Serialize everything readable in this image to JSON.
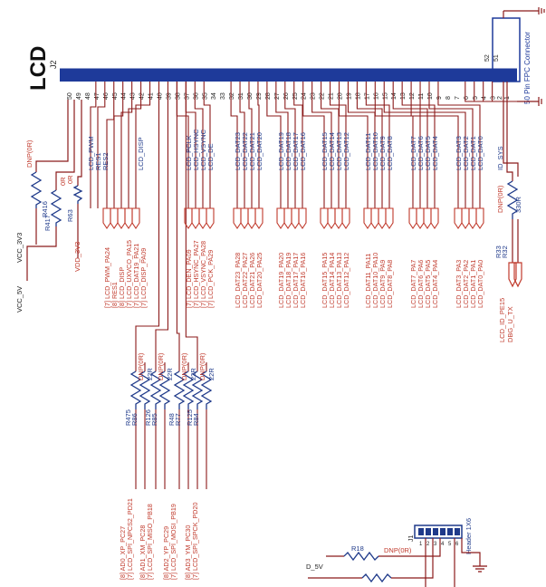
{
  "sheet": {
    "title": "LCD",
    "connector_ref": "J2",
    "connector_desc": "50 Pin FPC Connector",
    "header_ref": "J1",
    "header_desc": "Header 1X6"
  },
  "connector_pins": {
    "left": [
      "50",
      "49",
      "48",
      "47",
      "46",
      "45",
      "44",
      "43",
      "42",
      "41",
      "40",
      "39",
      "38",
      "37",
      "36",
      "35",
      "34",
      "33",
      "32",
      "31",
      "30",
      "29",
      "28",
      "27",
      "26",
      "25",
      "24",
      "23",
      "22",
      "21",
      "20",
      "19",
      "18",
      "17",
      "16",
      "15",
      "14",
      "13",
      "12",
      "11",
      "10",
      "9",
      "8",
      "7",
      "6",
      "5",
      "4",
      "3"
    ],
    "right": [
      "2",
      "1"
    ],
    "top": [
      "52",
      "51"
    ]
  },
  "bus_labels": [
    "LCD_PWM",
    "RES1",
    "RES2",
    "LCD_DISP",
    "LCD_PCLK",
    "LCD_HSYNC",
    "LCD_VSYNC",
    "LCD_DE",
    "LCD_DAT23",
    "LCD_DAT22",
    "LCD_DAT21",
    "LCD_DAT20",
    "LCD_DAT19",
    "LCD_DAT18",
    "LCD_DAT17",
    "LCD_DAT16",
    "LCD_DAT15",
    "LCD_DAT14",
    "LCD_DAT13",
    "LCD_DAT12",
    "LCD_DAT11",
    "LCD_DAT10",
    "LCD_DAT9",
    "LCD_DAT8",
    "LCD_DAT7",
    "LCD_DAT6",
    "LCD_DAT5",
    "LCD_DAT4",
    "LCD_DAT3",
    "LCD_DAT2",
    "LCD_DAT1",
    "LCD_DAT0",
    "ID_SYS"
  ],
  "net_labels": [
    "[7] LCD_PWM_PA24",
    "[8] RES1",
    "[8] LCD_DISP",
    "[7] LCD_UXVCO_PA15",
    "[7] LCD_DAT19_PA21",
    "[7] LCD_DISP_PA09",
    "[7] LCD_DEN_PA09",
    "[7] LCD_HSYNC_PA27",
    "[7] LCD_VSYNC_PA28",
    "[7] LCD_PCK_PA29",
    "LCD_DAT23_PA28",
    "LCD_DAT22_PA27",
    "LCD_DAT21_PA26",
    "LCD_DAT20_PA25",
    "LCD_DAT19_PA20",
    "LCD_DAT18_PA19",
    "LCD_DAT17_PA17",
    "LCD_DAT16_PA16",
    "LCD_DAT15_PA15",
    "LCD_DAT14_PA14",
    "LCD_DAT13_PA13",
    "LCD_DAT12_PA12",
    "LCD_DAT11_PA11",
    "LCD_DAT10_PA10",
    "LCD_DAT9_PA9",
    "LCD_DAT8_PA8",
    "LCD_DAT7_PA7",
    "LCD_DAT6_PA6",
    "LCD_DAT5_PA5",
    "LCD_DAT4_PA4",
    "LCD_DAT3_PA3",
    "LCD_DAT2_PA2",
    "LCD_DAT1_PA1",
    "LCD_DAT0_PA0"
  ],
  "id_labels": [
    "LCD_ID_PE15",
    "DBG_U_TX"
  ],
  "id_components": {
    "ref1": "R32",
    "ref2": "R33",
    "dnp": "DNP(0R)",
    "value": "330R"
  },
  "top_resistors": [
    {
      "ref": "R416",
      "value": "DNP(0R)"
    },
    {
      "ref": "R417",
      "value": "0R"
    },
    {
      "ref": "R63",
      "value": "0R"
    }
  ],
  "power_labels": [
    "VCC_5V",
    "VCC_3V3",
    "VDD_3V3"
  ],
  "lower_resistors": [
    {
      "ref": "R475",
      "ref2": "R86",
      "dnp": "DNP(0R)",
      "value": "22R"
    },
    {
      "ref": "R126",
      "ref2": "R85",
      "dnp": "DNP(0R)",
      "value": "22R"
    },
    {
      "ref": "R48",
      "ref2": "R77",
      "dnp": "DNP(0R)",
      "value": "22R"
    },
    {
      "ref": "R125",
      "ref2": "R84",
      "dnp": "DNP(0R)",
      "value": "22R"
    }
  ],
  "spi_labels": [
    {
      "a": "[8] AD0_XP_PC27",
      "b": "[7] LCD_SPI_NPCS2_PD21"
    },
    {
      "a": "[8] AD1_XM_PC28",
      "b": "[7] LCD_SPI_MISO_PB18"
    },
    {
      "a": "[8] AD2_YP_PC29",
      "b": "[7] LCD_SPI_MOSI_PB19"
    },
    {
      "a": "[8] AD3_YM_PC30",
      "b": "[7] LCD_SPI_SPCK_PD20"
    }
  ],
  "header_section": {
    "resistor": "R18",
    "dnp": "DNP(0R)",
    "power": "D_5V"
  },
  "colors": {
    "wire": "#8b1a1a",
    "label": "#c0392b",
    "ink": "#1f3a8a",
    "connector": "#1e3a9a"
  }
}
